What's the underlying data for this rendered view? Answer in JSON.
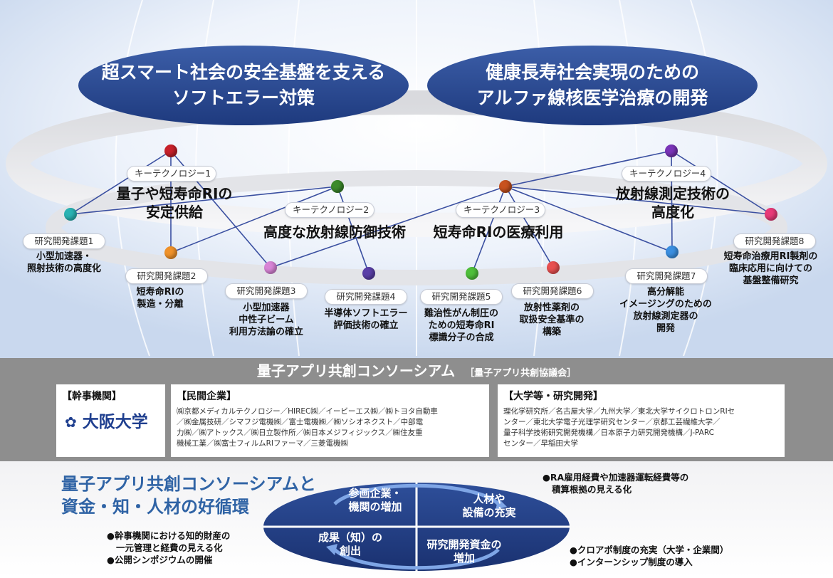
{
  "goals": [
    {
      "line1": "超スマート社会の安全基盤を支える",
      "line2": "ソフトエラー対策"
    },
    {
      "line1": "健康長寿社会実現のための",
      "line2": "アルファ線核医学治療の開発"
    }
  ],
  "key_technologies": [
    {
      "label": "キーテクノロジー1",
      "title1": "量子や短寿命RIの",
      "title2": "安定供給"
    },
    {
      "label": "キーテクノロジー2",
      "title1": "高度な放射線防御技術",
      "title2": ""
    },
    {
      "label": "キーテクノロジー3",
      "title1": "短寿命RIの医療利用",
      "title2": ""
    },
    {
      "label": "キーテクノロジー4",
      "title1": "放射線測定技術の",
      "title2": "高度化"
    }
  ],
  "research_tasks": [
    {
      "label": "研究開発課題1",
      "lines": [
        "小型加速器・",
        "照射技術の高度化"
      ],
      "color": "#2ab3b3"
    },
    {
      "label": "研究開発課題2",
      "lines": [
        "短寿命RIの",
        "製造・分離"
      ],
      "color": "#f0922a"
    },
    {
      "label": "研究開発課題3",
      "lines": [
        "小型加速器",
        "中性子ビーム",
        "利用方法論の確立"
      ],
      "color": "#d884d6"
    },
    {
      "label": "研究開発課題4",
      "lines": [
        "半導体ソフトエラー",
        "評価技術の確立"
      ],
      "color": "#5a3fa8"
    },
    {
      "label": "研究開発課題5",
      "lines": [
        "難治性がん制圧の",
        "ための短寿命RI",
        "標識分子の合成"
      ],
      "color": "#4fbf3a"
    },
    {
      "label": "研究開発課題6",
      "lines": [
        "放射性薬剤の",
        "取扱安全基準の",
        "構築"
      ],
      "color": "#e85050"
    },
    {
      "label": "研究開発課題7",
      "lines": [
        "高分解能",
        "イメージングのための",
        "放射線測定器の",
        "開発"
      ],
      "color": "#3b8fe0"
    },
    {
      "label": "研究開発課題8",
      "lines": [
        "短寿命治療用RI製剤の",
        "臨床応用に向けての",
        "基盤整備研究"
      ],
      "color": "#e83a78"
    }
  ],
  "node_colors": {
    "kt1": "#c8202a",
    "kt2": "#3c8a2a",
    "kt3": "#c8521e",
    "kt4": "#7a34b8"
  },
  "consortium": {
    "title": "量子アプリ共創コンソーシアム",
    "subtitle": "［量子アプリ共創協議会］",
    "lead": {
      "header": "【幹事機関】",
      "name": "大阪大学"
    },
    "companies": {
      "header": "【民間企業】",
      "lines": [
        "㈱京都メディカルテクノロジー／HIREC㈱／イービーエス㈱／㈱トヨタ自動車",
        "／㈱金属技研／シマフジ電機㈱／富士電機㈱／㈱ソシオネクスト／中部電",
        "力㈱／㈱アトックス／㈱日立製作所／㈱日本メジフィジックス／㈱住友重",
        "機械工業／㈱富士フィルムRIファーマ／三菱電機㈱"
      ]
    },
    "universities": {
      "header": "【大学等・研究開発】",
      "lines": [
        "理化学研究所／名古屋大学／九州大学／東北大学サイクロトロンRIセ",
        "ンター／東北大学電子光理学研究センター／京都工芸繊維大学／",
        "量子科学技術研究開発機構／日本原子力研究開発機構／J-PARC",
        "センター／早稲田大学"
      ]
    }
  },
  "cycle": {
    "heading1": "量子アプリ共創コンソーシアムと",
    "heading2": "資金・知・人材の好循環",
    "quadrants": [
      {
        "line1": "参画企業・",
        "line2": "機関の増加"
      },
      {
        "line1": "人材や",
        "line2": "設備の充実"
      },
      {
        "line1": "成果（知）の",
        "line2": "創出"
      },
      {
        "line1": "研究開発資金の",
        "line2": "増加"
      }
    ],
    "note_top_right": [
      "●RA雇用経費や加速器運転経費等の",
      "積算根拠の見える化"
    ],
    "note_bottom_left": [
      "●幹事機関における知的財産の",
      "一元管理と経費の見える化",
      "●公開シンポジウムの開催"
    ],
    "note_bottom_right": [
      "●クロアポ制度の充実（大学・企業間）",
      "●インターンシップ制度の導入"
    ]
  }
}
